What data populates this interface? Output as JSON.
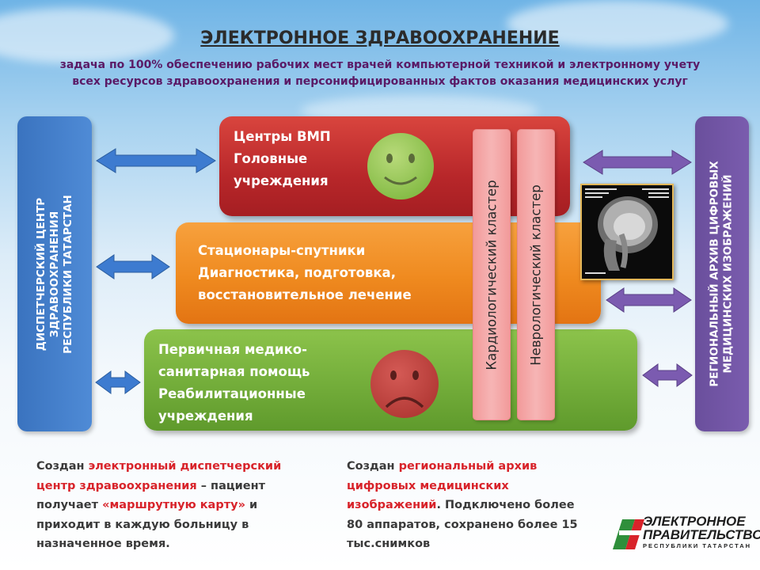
{
  "header": {
    "title": "ЭЛЕКТРОННОЕ ЗДРАВООХРАНЕНИЕ",
    "subtitle_line1": "задача по 100% обеспечению рабочих мест врачей компьютерной техникой и электронному учету",
    "subtitle_line2": "всех ресурсов здравоохранения и персонифицированных фактов оказания медицинских услуг"
  },
  "left_box": {
    "line1": "ДИСПЕТЧЕРСКИЙ ЦЕНТР",
    "line2": "ЗДРАВООХРАНЕНИЯ",
    "line3": "РЕСПУБЛИКИ ТАТАРСТАН"
  },
  "right_box": {
    "line1": "РЕГИОНАЛЬНЫЙ АРХИВ ЦИФРОВЫХ",
    "line2": "МЕДИЦИНСКИХ ИЗОБРАЖЕНИЙ"
  },
  "tiers": {
    "red": [
      "Центры ВМП",
      "Головные",
      "учреждения"
    ],
    "orange": [
      "Стационары-спутники",
      "Диагностика, подготовка,",
      "восстановительное лечение"
    ],
    "green": [
      "Первичная медико-",
      "санитарная помощь",
      "Реабилитационные",
      "учреждения"
    ]
  },
  "clusters": {
    "cardio": "Кардиологический кластер",
    "neuro": "Неврологический кластер"
  },
  "faces": {
    "top": "happy-face",
    "bottom": "sad-face"
  },
  "notes": {
    "left": {
      "p1": "Создан ",
      "h1": "электронный диспетчерский центр здравоохранения",
      "p2": " – пациент получает ",
      "h2": "«маршрутную карту»",
      "p3": " и приходит в каждую больницу в назначенное время."
    },
    "right": {
      "p1": "Создан ",
      "h1": "региональный архив цифровых медицинских изображений",
      "p2": ". Подключено более 80 аппаратов, сохранено более 15 тыс.снимков"
    }
  },
  "logo": {
    "line1": "ЭЛЕКТРОННОЕ",
    "line2": "ПРАВИТЕЛЬСТВО",
    "line3": "РЕСПУБЛИКИ ТАТАРСТАН"
  },
  "colors": {
    "left_box": "#3a73bf",
    "right_box": "#6a4f9c",
    "tier_red": "#b8272a",
    "tier_orange": "#ef8a1f",
    "tier_green": "#73ad3a",
    "highlight": "#d8232a",
    "arrow_blue": "#3d7bd0",
    "arrow_purple": "#7b5bb0"
  }
}
